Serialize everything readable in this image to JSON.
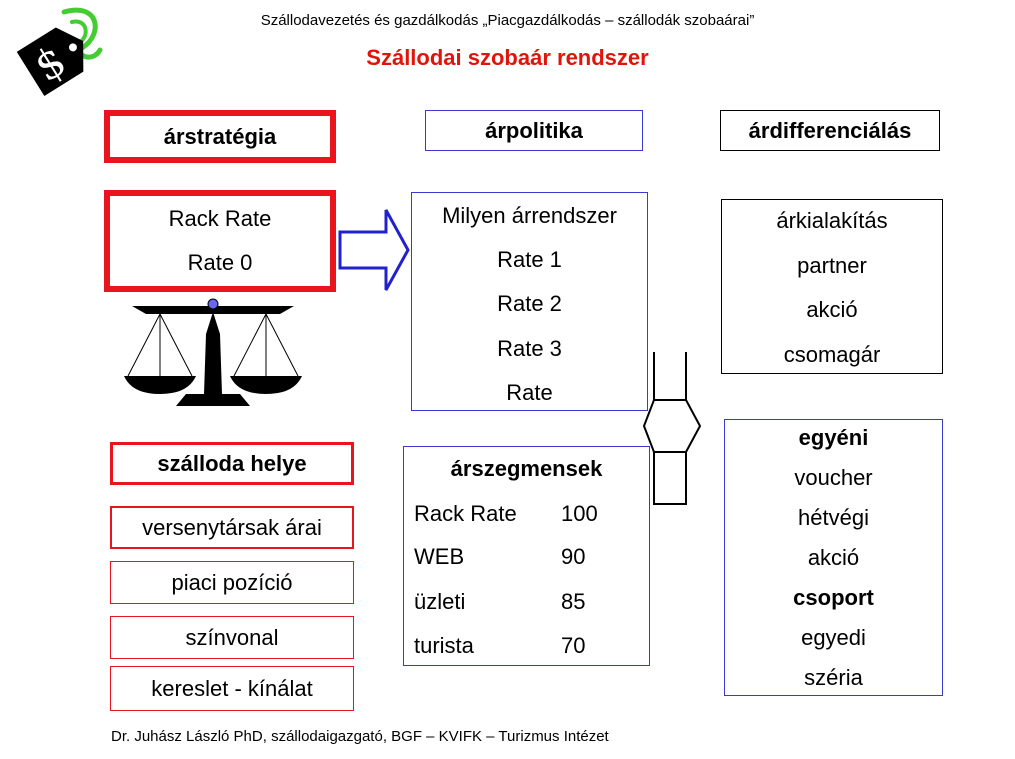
{
  "header": {
    "subtitle": "Szállodavezetés és gazdálkodás „Piacgazdálkodás – szállodák szobaárai”",
    "title": "Szállodai szobaár rendszer"
  },
  "logo": {
    "symbol": "$"
  },
  "columns": {
    "strategy": {
      "title": "árstratégia",
      "rates": [
        "Rack Rate",
        "Rate 0"
      ]
    },
    "policy": {
      "title": "árpolitika",
      "items": [
        "Milyen árrendszer",
        "Rate 1",
        "Rate 2",
        "Rate 3",
        "Rate"
      ]
    },
    "differentiation": {
      "title": "árdifferenciálás",
      "items": [
        "árkialakítás",
        "partner",
        "akció",
        "csomagár"
      ]
    }
  },
  "hotel_location": {
    "title": "szálloda helye",
    "factors": [
      "versenytársak árai",
      "piaci pozíció",
      "színvonal",
      "kereslet  -  kínálat"
    ]
  },
  "segments": {
    "title": "árszegmensek",
    "rows": [
      {
        "name": "Rack Rate",
        "value": "100"
      },
      {
        "name": "WEB",
        "value": "90"
      },
      {
        "name": "üzleti",
        "value": "85"
      },
      {
        "name": "turista",
        "value": "70"
      }
    ]
  },
  "types": {
    "items": [
      "egyéni",
      "voucher",
      "hétvégi",
      "akció",
      "csoport",
      "egyedi",
      "széria"
    ]
  },
  "footer": {
    "text": "Dr. Juhász László PhD, szállodaigazgató, BGF – KVIFK – Turizmus Intézet"
  },
  "colors": {
    "title": "#e0140a",
    "red_border": "#e8141e",
    "blue_border": "#3a3ad0",
    "arrow": "#2222cc"
  },
  "icons": [
    "price-tag-icon",
    "balance-scale-icon",
    "right-arrow-icon",
    "double-arrow-icon"
  ]
}
